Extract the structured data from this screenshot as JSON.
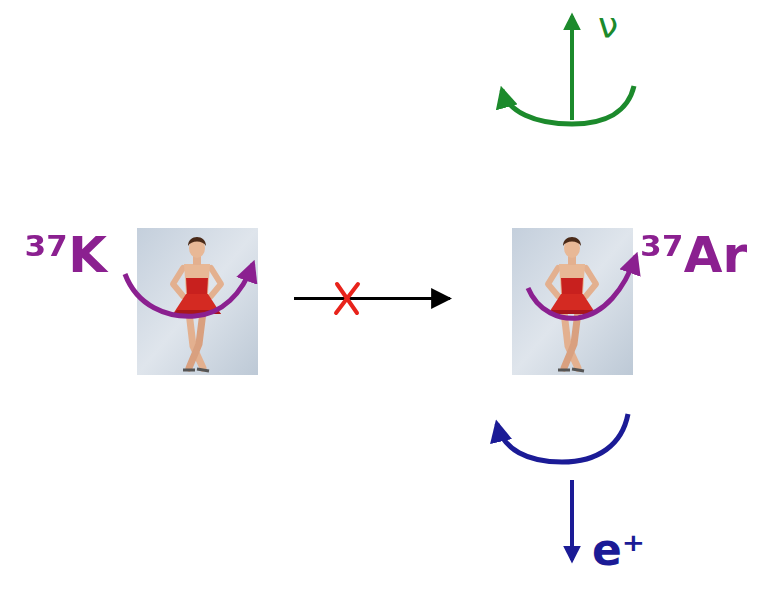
{
  "diagram": {
    "nodes": [
      {
        "text": [
          "³⁷K"
        ]
      },
      {
        "text": [
          "³⁷Ar"
        ]
      }
    ],
    "edges": [
      {
        "from": 0,
        "to": 1,
        "arrow": "to"
      }
    ],
    "labels": [
      "ν",
      "e⁺"
    ]
  }
}
